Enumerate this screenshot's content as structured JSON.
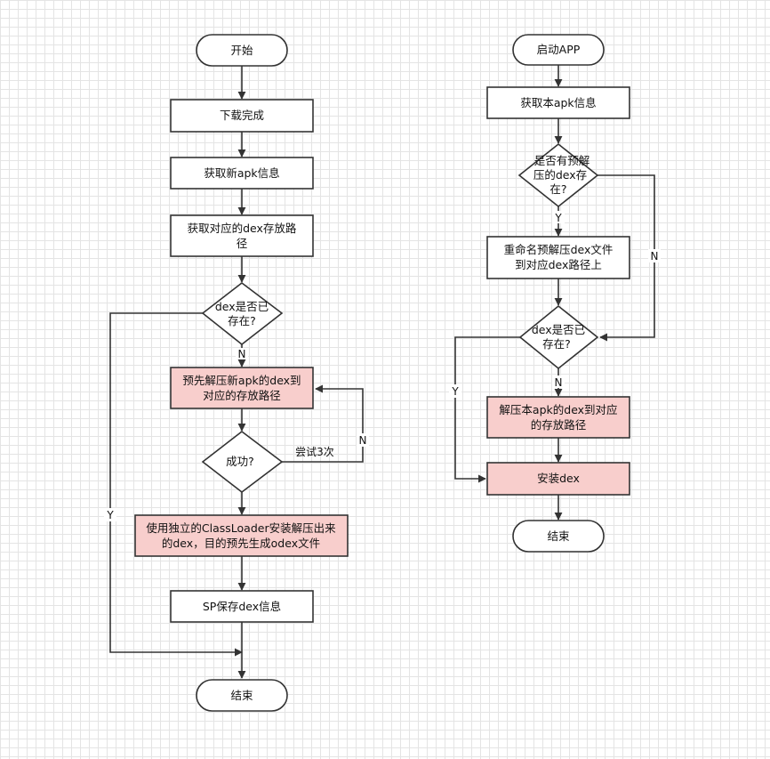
{
  "left_flow": {
    "start": "开始",
    "download_done": "下载完成",
    "get_new_apk_info": "获取新apk信息",
    "get_dex_path": [
      "获取对应的dex存放路",
      "径"
    ],
    "dex_exists": [
      "dex是否已",
      "存在?"
    ],
    "pre_extract": [
      "预先解压新apk的dex到",
      "对应的存放路径"
    ],
    "success": "成功?",
    "install_classloader": [
      "使用独立的ClassLoader安装解压出来",
      "的dex，目的预先生成odex文件"
    ],
    "sp_save": "SP保存dex信息",
    "end": "结束",
    "label_n_exists": "N",
    "label_y_exists": "Y",
    "label_retry": "尝试3次",
    "label_n_success": "N"
  },
  "right_flow": {
    "start": "启动APP",
    "get_apk_info": "获取本apk信息",
    "pre_extracted_exists": [
      "是否有预解",
      "压的dex存",
      "在?"
    ],
    "rename": [
      "重命名预解压dex文件",
      "到对应dex路径上"
    ],
    "dex_exists": [
      "dex是否已",
      "存在?"
    ],
    "extract": [
      "解压本apk的dex到对应",
      "的存放路径"
    ],
    "install_dex": "安装dex",
    "end": "结束",
    "label_y_pre": "Y",
    "label_n_pre": "N",
    "label_n_exists": "N",
    "label_y_exists": "Y"
  },
  "colors": {
    "highlight_fill": "#f8cecc",
    "stroke": "#333333",
    "grid": "#e4e4e4"
  }
}
